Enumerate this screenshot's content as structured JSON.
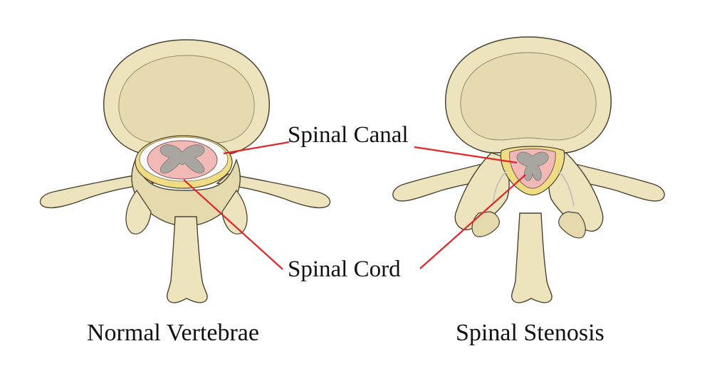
{
  "labels": {
    "spinal_canal": "Spinal Canal",
    "spinal_cord": "Spinal Cord",
    "normal_vertebrae": "Normal Vertebrae",
    "spinal_stenosis": "Spinal Stenosis"
  },
  "colors": {
    "bone": "#EDE3BD",
    "bone_outline": "#4A4432",
    "bone_shadow": "#D9CDA2",
    "canal_yellow": "#F0DC82",
    "cord_pink": "#F2B9B6",
    "gray_matter": "#A9A5A0",
    "pointer_line": "#E0262A",
    "canal_white": "#FAFAFA"
  }
}
